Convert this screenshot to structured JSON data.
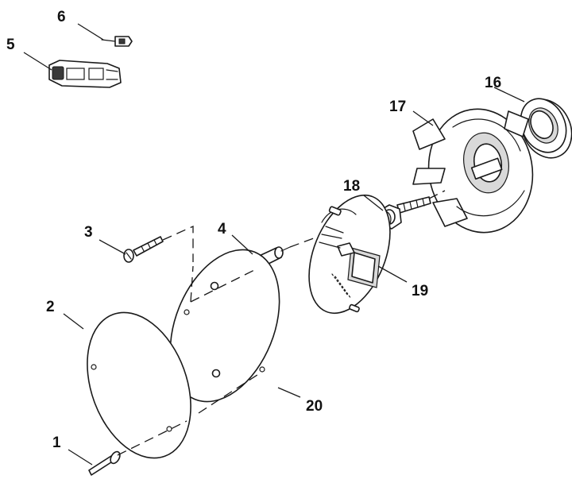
{
  "callouts": {
    "c1": "1",
    "c2": "2",
    "c3": "3",
    "c4": "4",
    "c5": "5",
    "c6": "6",
    "c16": "16",
    "c17": "17",
    "c18": "18",
    "c19": "19",
    "c20": "20"
  }
}
